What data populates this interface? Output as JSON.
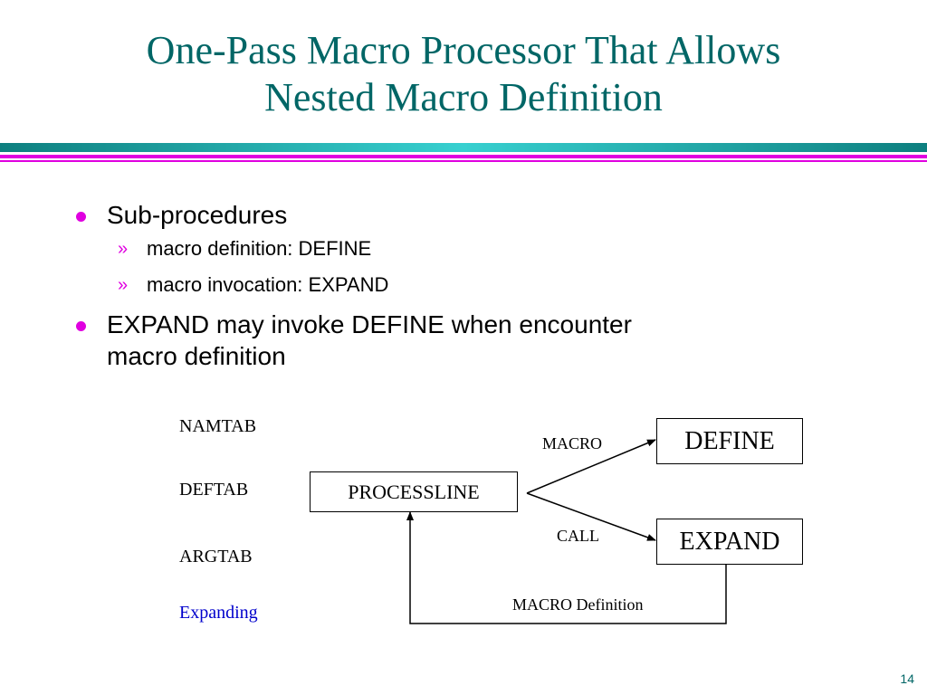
{
  "slide": {
    "title_line1": "One-Pass Macro Processor That Allows",
    "title_line2": "Nested Macro Definition",
    "page_number": "14",
    "accent_color": "#e000e0",
    "title_color": "#006666"
  },
  "bullets": [
    {
      "text": "Sub-procedures",
      "sub": [
        "macro definition: DEFINE",
        "macro invocation: EXPAND"
      ]
    },
    {
      "text_line1": "EXPAND may invoke DEFINE when encounter",
      "text_line2": "macro definition"
    }
  ],
  "diagram": {
    "tables": [
      "NAMTAB",
      "DEFTAB",
      "ARGTAB"
    ],
    "flag_label": "Expanding",
    "flag_color": "#0000cc",
    "boxes": {
      "processline": "PROCESSLINE",
      "define": "DEFINE",
      "expand": "EXPAND"
    },
    "edge_labels": {
      "macro": "MACRO",
      "call": "CALL",
      "macro_definition": "MACRO Definition"
    }
  }
}
